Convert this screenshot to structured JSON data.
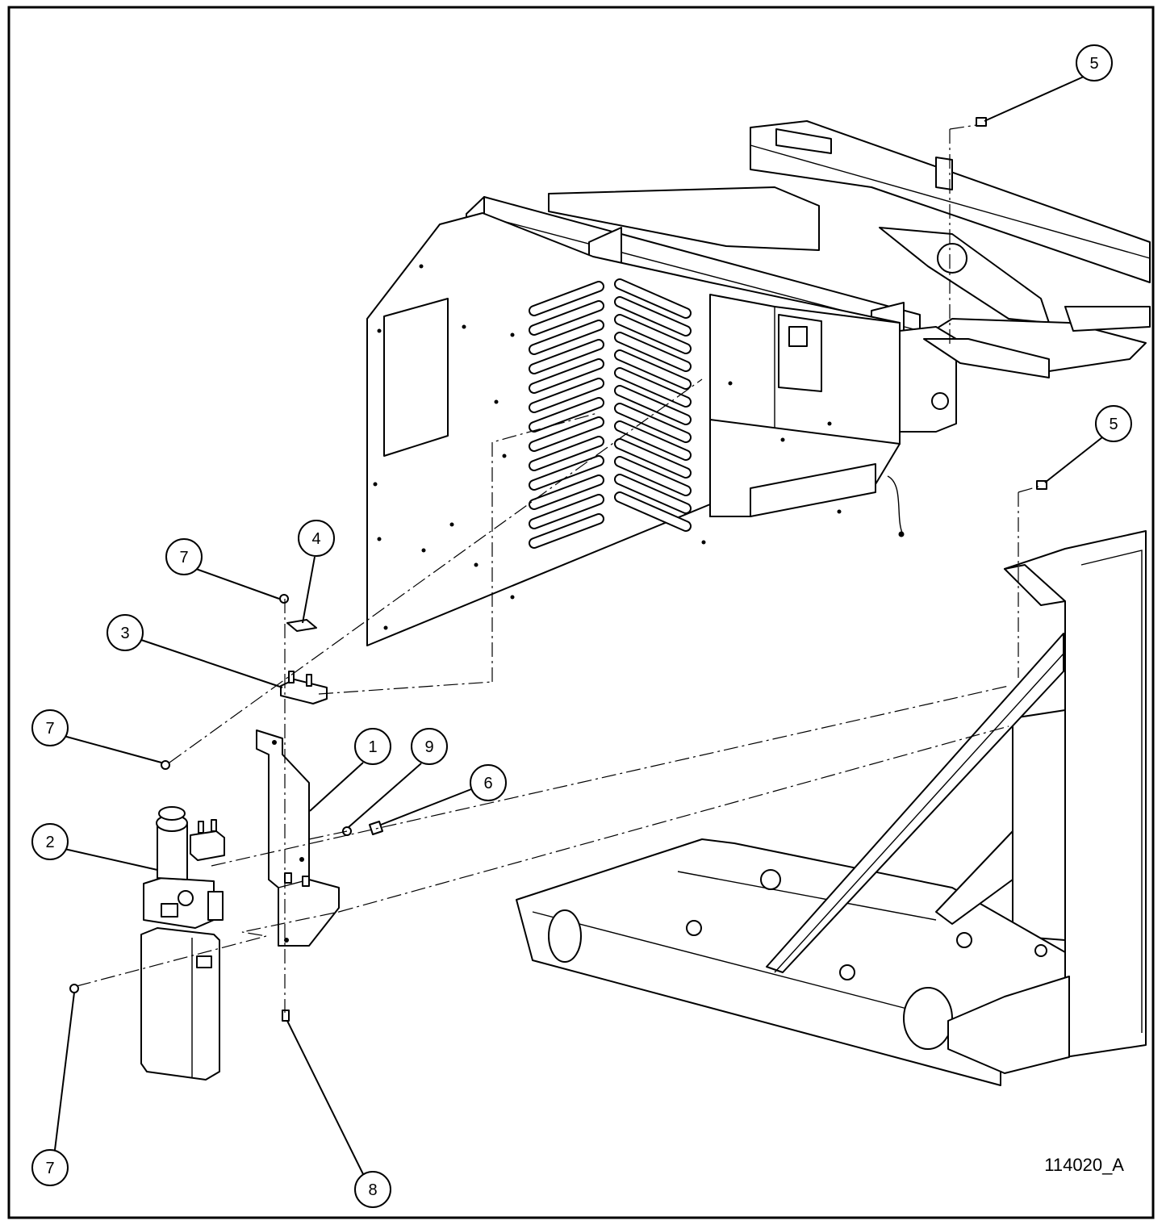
{
  "drawing": {
    "drawing_number": "114020_A"
  },
  "callouts": [
    {
      "label": "5"
    },
    {
      "label": "5"
    },
    {
      "label": "4"
    },
    {
      "label": "7"
    },
    {
      "label": "3"
    },
    {
      "label": "7"
    },
    {
      "label": "1"
    },
    {
      "label": "9"
    },
    {
      "label": "6"
    },
    {
      "label": "2"
    },
    {
      "label": "7"
    },
    {
      "label": "8"
    }
  ]
}
